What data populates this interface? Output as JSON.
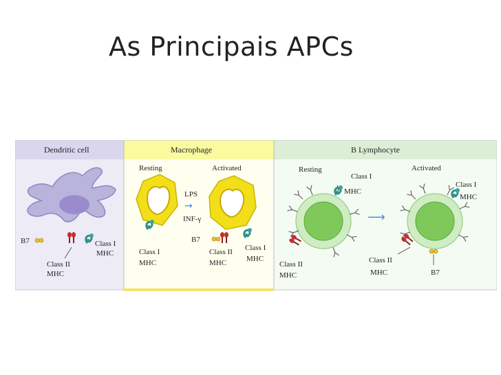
{
  "title": "As Principais APCs",
  "panels": {
    "dendritic": {
      "header": "Dendritic cell",
      "b7": "B7",
      "class_ii": "Class II",
      "class_ii_mhc": "MHC",
      "class_i": "Class I",
      "class_i_mhc": "MHC"
    },
    "macrophage": {
      "header": "Macrophage",
      "resting": "Resting",
      "activated": "Activated",
      "lps": "LPS",
      "ifn": "INF-γ",
      "class_i": "Class I",
      "class_i_mhc": "MHC",
      "b7": "B7",
      "class_ii": "Class II",
      "class_ii_mhc": "MHC",
      "class_i_right": "Class I",
      "class_i_right_mhc": "MHC"
    },
    "blymph": {
      "header": "B Lymphocyte",
      "resting": "Resting",
      "activated": "Activated",
      "class_i_top": "Class I",
      "class_i_top_mhc": "MHC",
      "class_i_right": "Class I",
      "class_i_right_mhc": "MHC",
      "class_ii_left": "Class II",
      "class_ii_left_mhc": "MHC",
      "class_ii_mid": "Class II",
      "class_ii_mid_mhc": "MHC",
      "b7": "B7"
    }
  },
  "colors": {
    "dendritic_bg": "#dcdcf0",
    "dendritic_cell": "#b9b4dc",
    "dendritic_nucleus": "#9a8ccc",
    "macrophage_bg": "#ffffc8",
    "macrophage_cell": "#f2df1a",
    "b_bg": "#e8f5e6",
    "b_cell": "#cfecc3",
    "b_nucleus": "#7ec95a",
    "class_ii": "#c23030",
    "class_i": "#3aa3a0",
    "b7": "#e8c22c"
  }
}
